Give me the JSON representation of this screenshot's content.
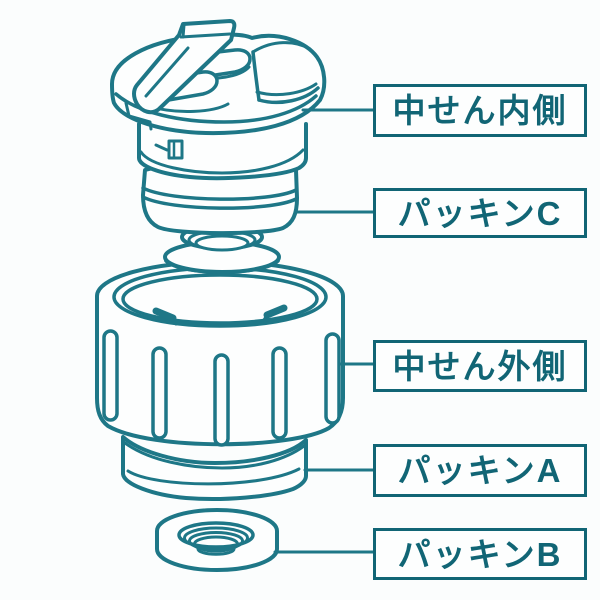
{
  "diagram": {
    "description_labels": "exploded parts diagram with five boxed callouts",
    "ink_color": "#1E7787",
    "label_ink_color": "#116575",
    "background_color": "#fbfdfd",
    "parts": [
      {
        "id": "inner-stopper-inside",
        "label": "中せん内側"
      },
      {
        "id": "packing-c",
        "label": "パッキンC"
      },
      {
        "id": "inner-stopper-outside",
        "label": "中せん外側"
      },
      {
        "id": "packing-a",
        "label": "パッキンA"
      },
      {
        "id": "packing-b",
        "label": "パッキンB"
      }
    ]
  }
}
